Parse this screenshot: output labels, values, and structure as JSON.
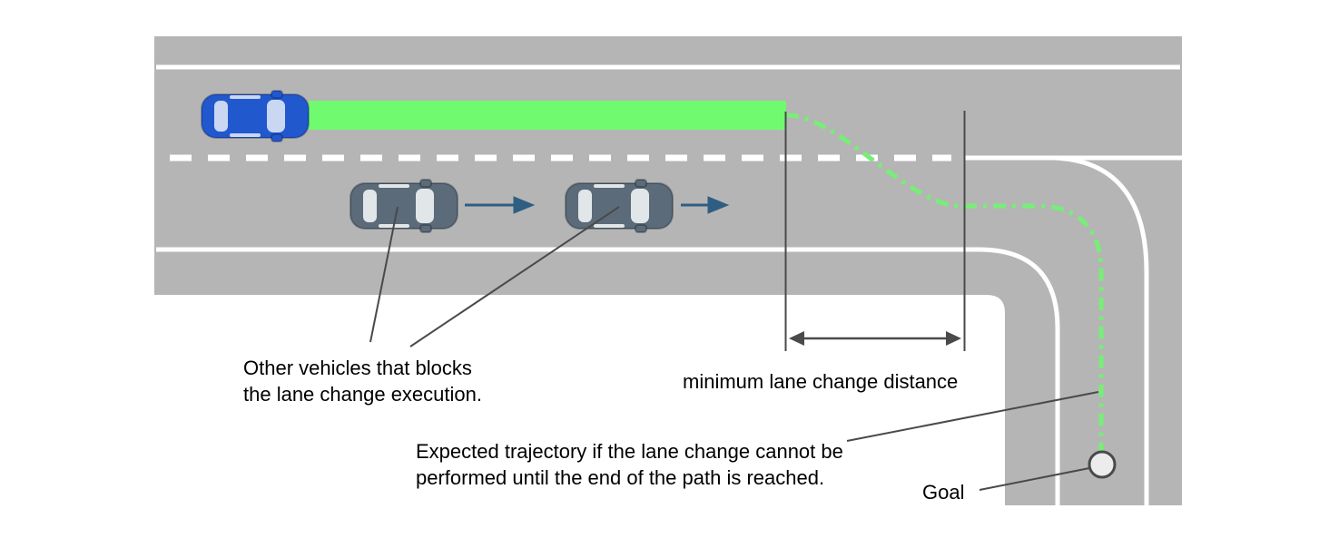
{
  "diagram": {
    "type": "lane-change-scenario-schematic",
    "annotations": {
      "blocking_vehicles": "Other vehicles that blocks\nthe lane change execution.",
      "min_distance": "minimum lane change distance",
      "expected_trajectory": "Expected trajectory if the lane change cannot be\nperformed until the end of the path is reached.",
      "goal": "Goal"
    }
  },
  "icons": {
    "ego_vehicle": "blue-car-top-view",
    "other_vehicle": "gray-car-top-view",
    "motion_arrow": "right-arrow",
    "distance_measure": "double-headed-arrow",
    "goal_marker": "white-circle-marker"
  },
  "colors": {
    "background": "#ffffff",
    "road": "#b5b5b5",
    "lane_marking": "#ffffff",
    "planned_path": "#70fa70",
    "expected_trajectory": "#77ee77",
    "ego_vehicle": "#2158cd",
    "ego_vehicle_glass": "#c9d7f3",
    "other_vehicle": "#5b6b79",
    "other_vehicle_glass": "#e1e6e9",
    "motion_arrow": "#2e5f83",
    "annotation": "#4a4a4a",
    "goal_fill": "#ececec",
    "text": "#000000"
  }
}
